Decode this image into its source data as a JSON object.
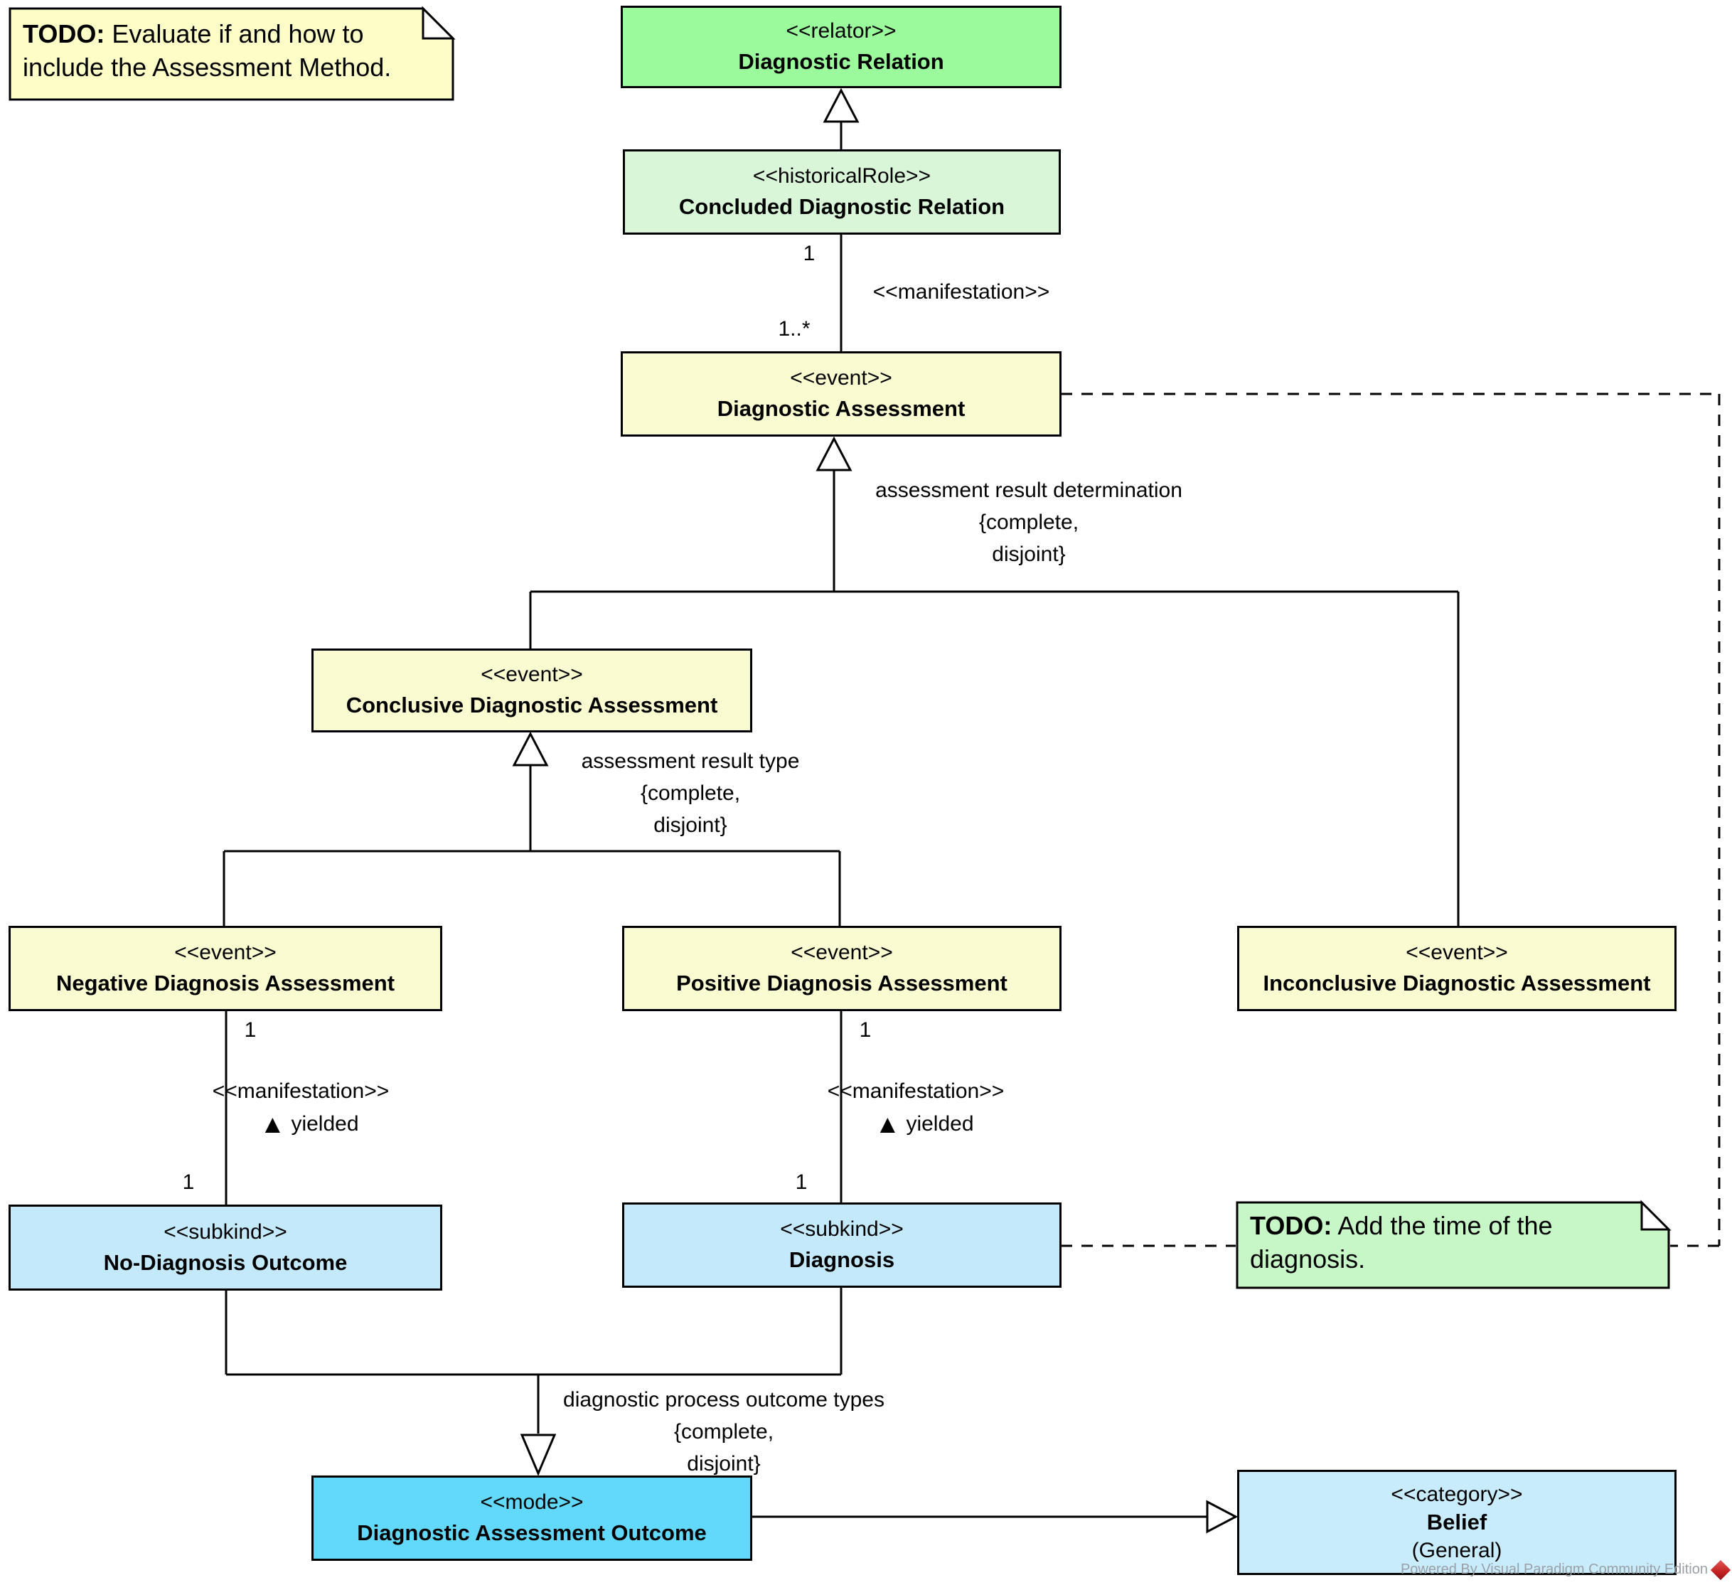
{
  "classes": {
    "relator": {
      "stereotype": "<<relator>>",
      "name": "Diagnostic Relation"
    },
    "historical": {
      "stereotype": "<<historicalRole>>",
      "name": "Concluded Diagnostic Relation"
    },
    "assessment": {
      "stereotype": "<<event>>",
      "name": "Diagnostic Assessment"
    },
    "conclusive": {
      "stereotype": "<<event>>",
      "name": "Conclusive Diagnostic Assessment"
    },
    "negative": {
      "stereotype": "<<event>>",
      "name": "Negative Diagnosis Assessment"
    },
    "positive": {
      "stereotype": "<<event>>",
      "name": "Positive Diagnosis Assessment"
    },
    "inconclusive": {
      "stereotype": "<<event>>",
      "name": "Inconclusive Diagnostic Assessment"
    },
    "nodiag": {
      "stereotype": "<<subkind>>",
      "name": "No-Diagnosis Outcome"
    },
    "diagnosis": {
      "stereotype": "<<subkind>>",
      "name": "Diagnosis"
    },
    "outcome": {
      "stereotype": "<<mode>>",
      "name": "Diagnostic Assessment Outcome"
    },
    "belief": {
      "stereotype": "<<category>>",
      "name": "Belief",
      "qualifier": "(General)"
    }
  },
  "notes": {
    "method": {
      "prefix": "TODO:",
      "text": " Evaluate if and how to include the Assessment Method."
    },
    "time": {
      "prefix": "TODO:",
      "text": " Add the time of the diagnosis."
    }
  },
  "associations": {
    "manifestation": "<<manifestation>>",
    "one": "1",
    "one_many": "1..*",
    "yielded_marker": "▲",
    "yielded": "yielded"
  },
  "generalization_sets": {
    "determination": {
      "line1": "assessment result determination",
      "line2": "{complete,",
      "line3": "disjoint}"
    },
    "result_type": {
      "line1": "assessment result type",
      "line2": "{complete,",
      "line3": "disjoint}"
    },
    "outcome_types": {
      "line1": "diagnostic process outcome types",
      "line2": "{complete,",
      "line3": "disjoint}"
    }
  },
  "watermark": {
    "text": "Powered By Visual Paradigm Community Edition"
  },
  "colors": {
    "relator_green": "#9BFA9B",
    "historical_green": "#D9F6D9",
    "event_yellow": "#FBFBD1",
    "subkind_blue": "#C3E9FB",
    "mode_cyan": "#62D8FA",
    "category_blue": "#C9ECFD",
    "note_yellow": "#FDFDC8",
    "note_green": "#C7F6C7",
    "line_black": "#000000",
    "watermark_gray": "#9aa0a6",
    "logo_red": "#C32222"
  }
}
